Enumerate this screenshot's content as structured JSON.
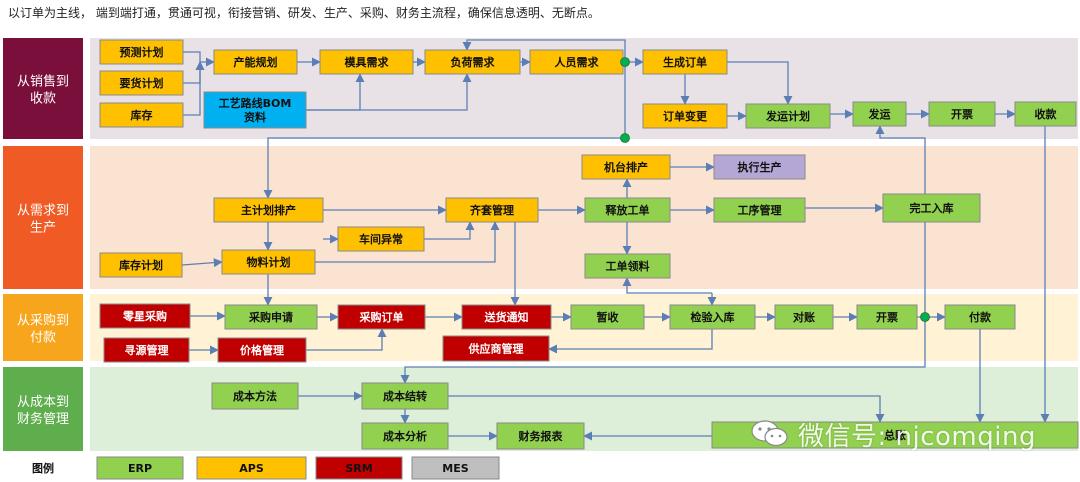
{
  "title": "以订单为主线， 端到端打通，贯通可视，衔接营销、研发、生产、采购、财务主流程，确保信息透明、无断点。",
  "colors": {
    "ERP": "#92D050",
    "APS": "#FFC000",
    "SRM": "#C00000",
    "MES": "#B4A7D6",
    "BOM": "#00B0F0",
    "arrow": "#5B7FB5",
    "node": "#00B050"
  },
  "lanes": [
    {
      "id": "sales",
      "label": "从销售到收款",
      "headerColor": "#7B0F3C",
      "bgColor": "#E8E2E6"
    },
    {
      "id": "prod",
      "label": "从需求到生产",
      "headerColor": "#F05A24",
      "bgColor": "#FBE3D2"
    },
    {
      "id": "purch",
      "label": "从采购到付款",
      "headerColor": "#F7A51C",
      "bgColor": "#FFF2D5"
    },
    {
      "id": "fin",
      "label": "从成本到财务管理",
      "headerColor": "#5FAE4E",
      "bgColor": "#DDEFD8"
    }
  ],
  "boxes": [
    {
      "id": "b1",
      "label": "预测计划",
      "system": "APS"
    },
    {
      "id": "b2",
      "label": "要货计划",
      "system": "APS"
    },
    {
      "id": "b3",
      "label": "库存",
      "system": "APS"
    },
    {
      "id": "b4",
      "label": "产能规划",
      "system": "APS"
    },
    {
      "id": "b5",
      "label": "工艺路线BOM资料",
      "system": "BOM"
    },
    {
      "id": "b6",
      "label": "模具需求",
      "system": "APS"
    },
    {
      "id": "b7",
      "label": "负荷需求",
      "system": "APS"
    },
    {
      "id": "b8",
      "label": "人员需求",
      "system": "APS"
    },
    {
      "id": "b9",
      "label": "生成订单",
      "system": "APS"
    },
    {
      "id": "b10",
      "label": "订单变更",
      "system": "APS"
    },
    {
      "id": "b11",
      "label": "发运计划",
      "system": "ERP"
    },
    {
      "id": "b12",
      "label": "发运",
      "system": "ERP"
    },
    {
      "id": "b13",
      "label": "开票",
      "system": "ERP"
    },
    {
      "id": "b14",
      "label": "收款",
      "system": "ERP"
    },
    {
      "id": "b15",
      "label": "主计划排产",
      "system": "APS"
    },
    {
      "id": "b16",
      "label": "齐套管理",
      "system": "APS"
    },
    {
      "id": "b17",
      "label": "释放工单",
      "system": "ERP"
    },
    {
      "id": "b18",
      "label": "机台排产",
      "system": "APS"
    },
    {
      "id": "b19",
      "label": "执行生产",
      "system": "MES"
    },
    {
      "id": "b20",
      "label": "工序管理",
      "system": "ERP"
    },
    {
      "id": "b21",
      "label": "完工入库",
      "system": "ERP"
    },
    {
      "id": "b22",
      "label": "车间异常",
      "system": "APS"
    },
    {
      "id": "b23",
      "label": "库存计划",
      "system": "APS"
    },
    {
      "id": "b24",
      "label": "物料计划",
      "system": "APS"
    },
    {
      "id": "b25",
      "label": "工单领料",
      "system": "ERP"
    },
    {
      "id": "b26",
      "label": "零星采购",
      "system": "SRM"
    },
    {
      "id": "b27",
      "label": "采购申请",
      "system": "ERP"
    },
    {
      "id": "b28",
      "label": "采购订单",
      "system": "SRM"
    },
    {
      "id": "b29",
      "label": "送货通知",
      "system": "SRM"
    },
    {
      "id": "b30",
      "label": "暂收",
      "system": "ERP"
    },
    {
      "id": "b31",
      "label": "检验入库",
      "system": "ERP"
    },
    {
      "id": "b32",
      "label": "对账",
      "system": "ERP"
    },
    {
      "id": "b33",
      "label": "开票",
      "system": "ERP"
    },
    {
      "id": "b34",
      "label": "付款",
      "system": "ERP"
    },
    {
      "id": "b35",
      "label": "寻源管理",
      "system": "SRM"
    },
    {
      "id": "b36",
      "label": "价格管理",
      "system": "SRM"
    },
    {
      "id": "b37",
      "label": "供应商管理",
      "system": "SRM"
    },
    {
      "id": "b38",
      "label": "成本方法",
      "system": "ERP"
    },
    {
      "id": "b39",
      "label": "成本结转",
      "system": "ERP"
    },
    {
      "id": "b40",
      "label": "成本分析",
      "system": "ERP"
    },
    {
      "id": "b41",
      "label": "财务报表",
      "system": "ERP"
    },
    {
      "id": "b42",
      "label": "总账",
      "system": "ERP"
    }
  ],
  "legend": {
    "label": "图例",
    "items": [
      {
        "label": "ERP",
        "system": "ERP"
      },
      {
        "label": "APS",
        "system": "APS"
      },
      {
        "label": "SRM",
        "system": "SRM"
      },
      {
        "label": "MES",
        "system": "MES"
      }
    ]
  },
  "watermark": {
    "text": "微信号: njcomqing",
    "icon": "wechat-icon"
  }
}
